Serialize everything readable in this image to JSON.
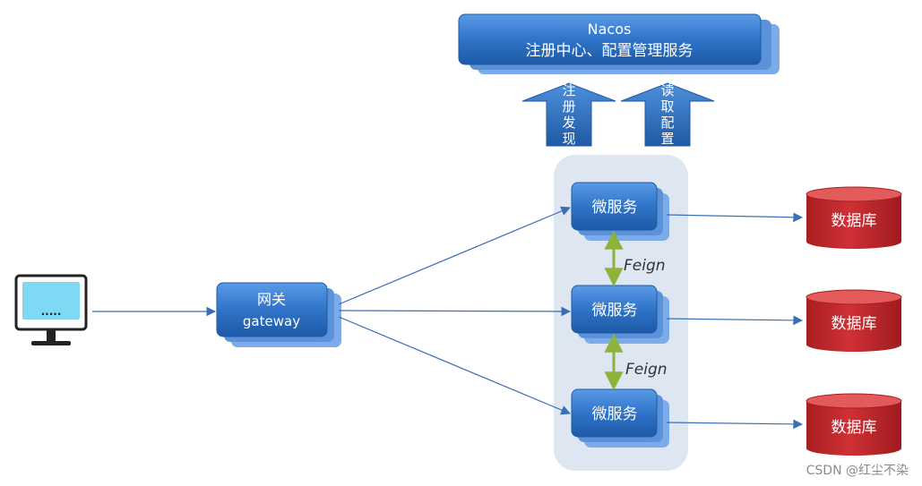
{
  "nacos": {
    "title": "Nacos",
    "subtitle": "注册中心、配置管理服务"
  },
  "up_arrows": [
    {
      "label": [
        "注",
        "册",
        "发",
        "现"
      ]
    },
    {
      "label": [
        "读",
        "取",
        "配",
        "置"
      ]
    }
  ],
  "client": {
    "screen_text": "....."
  },
  "gateway": {
    "line1": "网关",
    "line2": "gateway"
  },
  "services": [
    {
      "label": "微服务"
    },
    {
      "label": "微服务"
    },
    {
      "label": "微服务"
    }
  ],
  "feign_labels": [
    "Feign",
    "Feign"
  ],
  "databases": [
    {
      "label": "数据库"
    },
    {
      "label": "数据库"
    },
    {
      "label": "数据库"
    }
  ],
  "watermark": "CSDN @红尘不染",
  "colors": {
    "box_top": "#4a8ee0",
    "box_bottom": "#1f5fae",
    "shadow_box": "#7cabea",
    "db_red": "#c1272d",
    "db_top": "#e35a5a",
    "arrow_line": "#3a6fb5",
    "feign_arrow": "#8db33a",
    "cluster_bg": "#dde6f1",
    "monitor_screen": "#7fd8f4"
  }
}
